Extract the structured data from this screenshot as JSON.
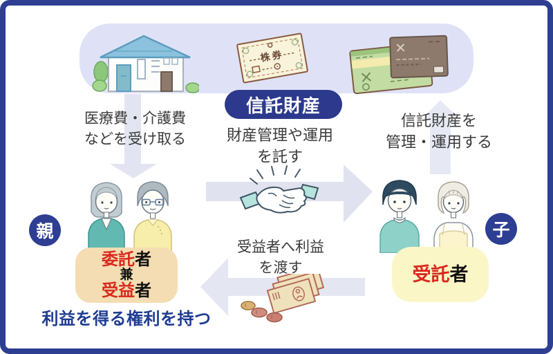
{
  "colors": {
    "frame_navy": "#2e3e92",
    "badge_navy": "#2c398c",
    "band_lavender": "#dfe2f7",
    "arrow_gray": "#e2e5f1",
    "trustor_box_bg": "#f4ddb2",
    "trustee_box_bg": "#fbf6c6",
    "accent_red": "#d9281e",
    "note_navy": "#1e3c91"
  },
  "assets": {
    "badge_label": "信託財産",
    "certificate_label": "株券",
    "icons": [
      "house",
      "stock-certificate",
      "bank-cards"
    ]
  },
  "flows": {
    "receive": "医療費・介護費\nなどを受け取る",
    "entrust": "財産管理や運用\nを託す",
    "manage": "信託財産を\n管理・運用する",
    "deliver": "受益者へ利益\nを渡す"
  },
  "parent": {
    "badge": "親",
    "role_line1_red": "委託",
    "role_line1_suffix": "者",
    "role_line2": "兼",
    "role_line3_red": "受益",
    "role_line3_suffix": "者",
    "note": "利益を得る権利を持つ"
  },
  "child": {
    "badge": "子",
    "role_red": "受託",
    "role_suffix": "者"
  }
}
